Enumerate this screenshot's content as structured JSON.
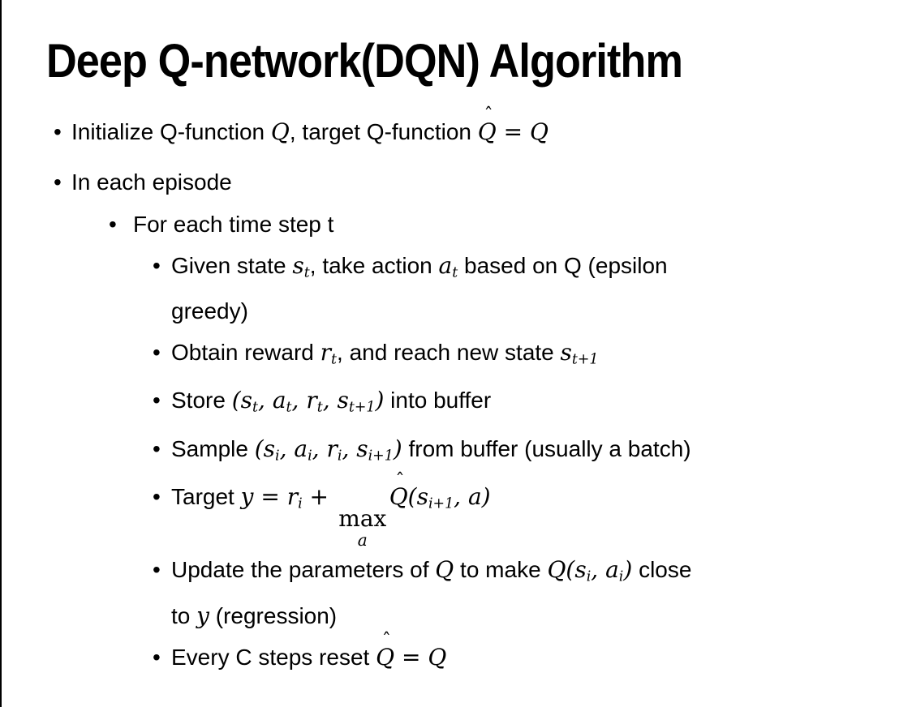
{
  "slide": {
    "title": "Deep Q-network(DQN) Algorithm",
    "bullet_glyph": "•",
    "bullets": [
      {
        "level": 1,
        "segments": [
          {
            "t": "p",
            "s": "Initialize Q-function "
          },
          {
            "t": "m",
            "s": "Q"
          },
          {
            "t": "p",
            "s": ", target Q-function "
          },
          {
            "t": "hat",
            "s": "Q"
          },
          {
            "t": "o",
            "s": " = "
          },
          {
            "t": "m",
            "s": "Q"
          }
        ]
      },
      {
        "level": 1,
        "segments": [
          {
            "t": "p",
            "s": "In each episode"
          }
        ]
      },
      {
        "level": 2,
        "segments": [
          {
            "t": "p",
            "s": "For each time step t"
          }
        ]
      },
      {
        "level": 3,
        "segments": [
          {
            "t": "p",
            "s": "Given state "
          },
          {
            "t": "ms",
            "s": "s",
            "sub": "t"
          },
          {
            "t": "p",
            "s": ", take action "
          },
          {
            "t": "ms",
            "s": "a",
            "sub": "t"
          },
          {
            "t": "p",
            "s": " based on Q (epsilon"
          },
          {
            "t": "br"
          },
          {
            "t": "p",
            "s": "greedy)"
          }
        ]
      },
      {
        "level": 3,
        "segments": [
          {
            "t": "p",
            "s": "Obtain reward "
          },
          {
            "t": "ms",
            "s": "r",
            "sub": "t"
          },
          {
            "t": "p",
            "s": ", and reach new state "
          },
          {
            "t": "ms",
            "s": "s",
            "sub": "t+1"
          }
        ]
      },
      {
        "level": 3,
        "segments": [
          {
            "t": "p",
            "s": "Store "
          },
          {
            "t": "m",
            "s": "("
          },
          {
            "t": "ms",
            "s": "s",
            "sub": "t"
          },
          {
            "t": "m",
            "s": ", "
          },
          {
            "t": "ms",
            "s": "a",
            "sub": "t"
          },
          {
            "t": "m",
            "s": ", "
          },
          {
            "t": "ms",
            "s": "r",
            "sub": "t"
          },
          {
            "t": "m",
            "s": ", "
          },
          {
            "t": "ms",
            "s": "s",
            "sub": "t+1"
          },
          {
            "t": "m",
            "s": ")"
          },
          {
            "t": "p",
            "s": " into buffer"
          }
        ]
      },
      {
        "level": 3,
        "segments": [
          {
            "t": "p",
            "s": "Sample "
          },
          {
            "t": "m",
            "s": "("
          },
          {
            "t": "ms",
            "s": "s",
            "sub": "i"
          },
          {
            "t": "m",
            "s": ", "
          },
          {
            "t": "ms",
            "s": "a",
            "sub": "i"
          },
          {
            "t": "m",
            "s": ", "
          },
          {
            "t": "ms",
            "s": "r",
            "sub": "i"
          },
          {
            "t": "m",
            "s": ", "
          },
          {
            "t": "ms",
            "s": "s",
            "sub": "i+1"
          },
          {
            "t": "m",
            "s": ")"
          },
          {
            "t": "p",
            "s": " from buffer (usually a batch)"
          }
        ]
      },
      {
        "level": 3,
        "segments": [
          {
            "t": "p",
            "s": "Target "
          },
          {
            "t": "m",
            "s": "y"
          },
          {
            "t": "o",
            "s": " = "
          },
          {
            "t": "ms",
            "s": "r",
            "sub": "i"
          },
          {
            "t": "o",
            "s": " + "
          },
          {
            "t": "max",
            "top": "max",
            "bot": "a"
          },
          {
            "t": "hat",
            "s": "Q"
          },
          {
            "t": "m",
            "s": "("
          },
          {
            "t": "ms",
            "s": "s",
            "sub": "i+1"
          },
          {
            "t": "m",
            "s": ", "
          },
          {
            "t": "m",
            "s": "a"
          },
          {
            "t": "m",
            "s": ")"
          }
        ]
      },
      {
        "level": 3,
        "segments": [
          {
            "t": "p",
            "s": "Update the parameters of "
          },
          {
            "t": "m",
            "s": "Q"
          },
          {
            "t": "p",
            "s": " to make "
          },
          {
            "t": "m",
            "s": "Q"
          },
          {
            "t": "m",
            "s": "("
          },
          {
            "t": "ms",
            "s": "s",
            "sub": "i"
          },
          {
            "t": "m",
            "s": ", "
          },
          {
            "t": "ms",
            "s": "a",
            "sub": "i"
          },
          {
            "t": "m",
            "s": ")"
          },
          {
            "t": "p",
            "s": " close"
          },
          {
            "t": "br"
          },
          {
            "t": "p",
            "s": "to "
          },
          {
            "t": "m",
            "s": "y"
          },
          {
            "t": "p",
            "s": " (regression)"
          }
        ]
      },
      {
        "level": 3,
        "segments": [
          {
            "t": "p",
            "s": "Every C steps reset "
          },
          {
            "t": "hat",
            "s": "Q"
          },
          {
            "t": "o",
            "s": " = "
          },
          {
            "t": "m",
            "s": "Q"
          }
        ]
      }
    ]
  },
  "icons": {
    "hat_accent": "ˆ"
  },
  "colors": {
    "text": "#000000",
    "background": "#ffffff",
    "border": "#000000"
  }
}
